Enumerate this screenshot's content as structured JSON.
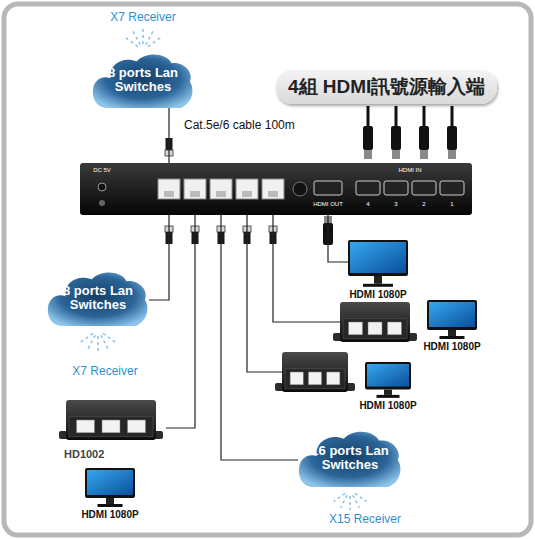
{
  "diagram": {
    "nodes": [
      {
        "text": [
          "8 ports Lan Switches"
        ]
      },
      {
        "text": [
          "4組 HDMI訊號源輸入端"
        ]
      },
      {
        "text": [
          "DC 5V",
          "HDMI OUT",
          "HDMI IN",
          "4",
          "3",
          "2",
          "1"
        ]
      },
      {
        "text": [
          "HDMI 1080P"
        ]
      },
      {
        "text": [
          "8 ports Lan Switches"
        ]
      },
      {
        "text": [
          "HDMI 1080P"
        ]
      },
      {
        "text": [
          "HDMI 1080P"
        ]
      },
      {
        "text": [
          "HD1002"
        ]
      },
      {
        "text": [
          "HDMI 1080P"
        ]
      },
      {
        "text": [
          "16 ports Lan Switches"
        ]
      }
    ],
    "edges": [
      {
        "from": 2,
        "to": 0,
        "arrow": "none"
      },
      {
        "from": 2,
        "to": 3,
        "arrow": "none"
      },
      {
        "from": 2,
        "to": 4,
        "arrow": "none"
      },
      {
        "from": 2,
        "to": 7,
        "arrow": "none"
      },
      {
        "from": 2,
        "to": 9,
        "arrow": "none"
      }
    ],
    "labels": [
      "X7 Receiver",
      "Cat.5e/6 cable 100m",
      "X7 Receiver",
      "X15 Receiver"
    ]
  }
}
